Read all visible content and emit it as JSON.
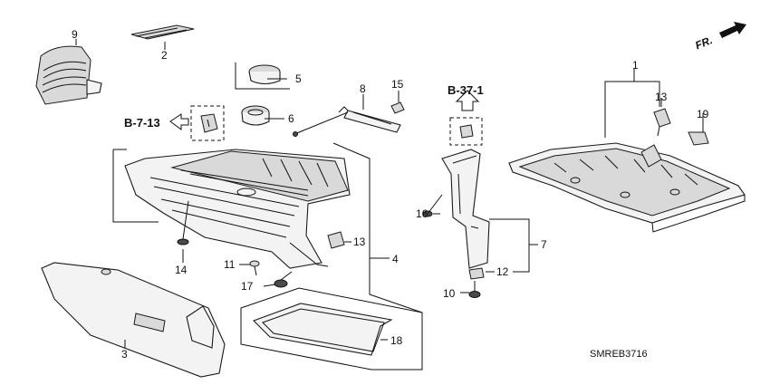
{
  "diagram": {
    "callouts": {
      "c1": "1",
      "c2": "2",
      "c3": "3",
      "c4": "4",
      "c5": "5",
      "c6": "6",
      "c7": "7",
      "c8": "8",
      "c9": "9",
      "c10": "10",
      "c11": "11",
      "c12": "12",
      "c13a": "13",
      "c13b": "13",
      "c14": "14",
      "c15": "15",
      "c16": "16",
      "c17": "17",
      "c18": "18",
      "c19": "19"
    },
    "refs": {
      "left": "B-7-13",
      "top": "B-37-1"
    },
    "direction": "FR.",
    "diagram_code": "SMREB3716"
  }
}
